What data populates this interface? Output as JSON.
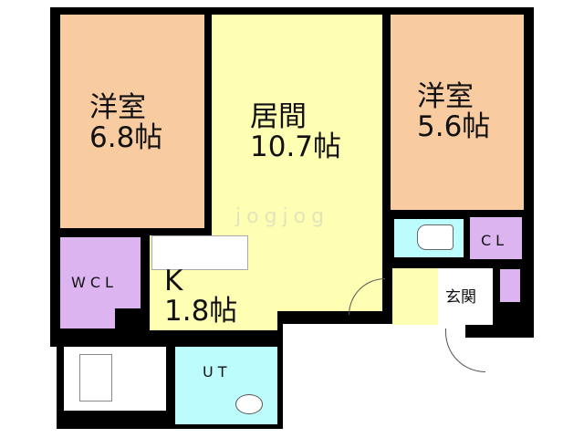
{
  "rooms": {
    "western1": {
      "name": "洋室",
      "size": "6.8帖"
    },
    "living": {
      "name": "居間",
      "size": "10.7帖"
    },
    "western2": {
      "name": "洋室",
      "size": "5.6帖"
    },
    "kitchen": {
      "name": "K",
      "size": "1.8帖"
    },
    "wcl": {
      "name": "WCL"
    },
    "cl": {
      "name": "CL"
    },
    "entrance": {
      "name": "玄関"
    },
    "ut": {
      "name": "UT"
    }
  },
  "watermark": "jogjog",
  "colors": {
    "western": "#f9cba0",
    "living": "#ffffb3",
    "closet": "#dcb4f0",
    "wet": "#bdfcfc",
    "wall": "#000000"
  }
}
